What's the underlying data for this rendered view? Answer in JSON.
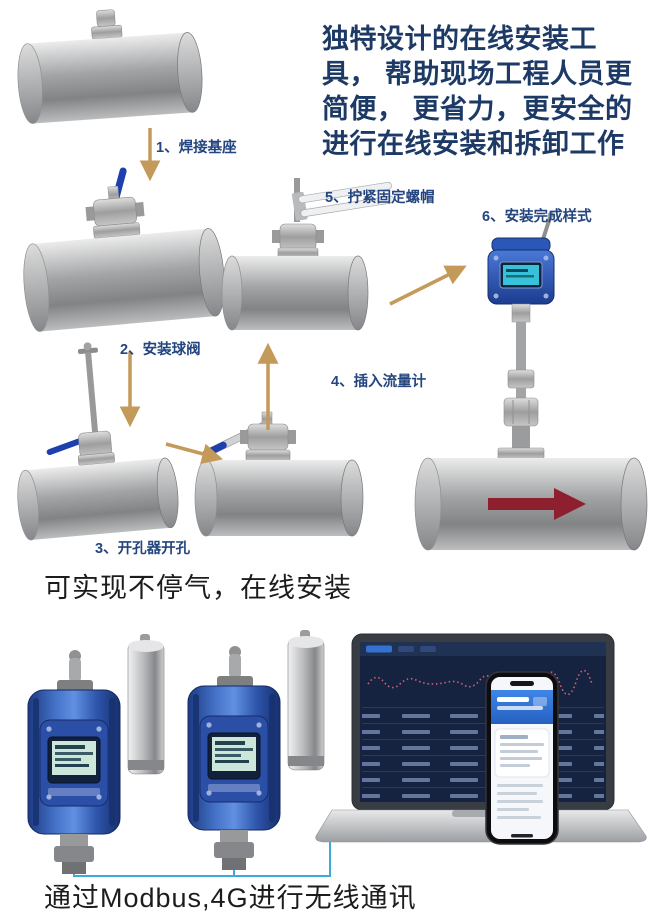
{
  "intro": {
    "text": "独特设计的在线安装工具， 帮助现场工程人员更简便， 更省力，更安全的进行在线安装和拆卸工作"
  },
  "steps": [
    {
      "label": "1、焊接基座"
    },
    {
      "label": "2、安装球阀"
    },
    {
      "label": "3、开孔器开孔"
    },
    {
      "label": "4、插入流量计"
    },
    {
      "label": "5、拧紧固定螺帽"
    },
    {
      "label": "6、安装完成样式"
    }
  ],
  "captions": {
    "middle": "可实现不停气，在线安装",
    "bottom": "通过Modbus,4G进行无线通讯"
  },
  "colors": {
    "step_label": "#24457f",
    "intro_text": "#1d3a66",
    "process_arrow": "#c49a5b",
    "flow_arrow": "#8e1f2f",
    "detector_blue": "#2b4ea6",
    "meter_head_blue": "#2b57b8",
    "wire_blue": "#3fa9dc",
    "valve_handle_blue": "#1e3fae"
  },
  "figures": {
    "diagram_icons": [
      "pipe-icon",
      "weld-base-icon",
      "ball-valve-icon",
      "hole-opener-icon",
      "flow-meter-icon",
      "tighten-tool-icon",
      "flow-direction-arrow-icon"
    ],
    "hardware_icons": [
      "gas-detector-icon",
      "antenna-icon",
      "laptop-icon",
      "smartphone-icon",
      "modbus-wire-icon"
    ]
  }
}
